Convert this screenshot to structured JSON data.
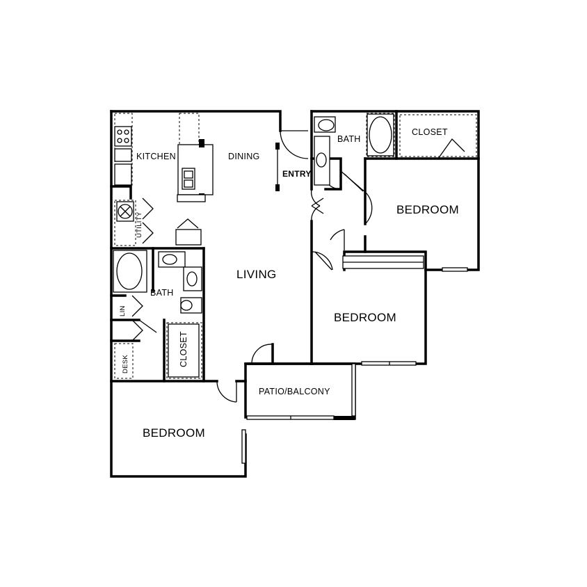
{
  "rooms": {
    "kitchen": "KITCHEN",
    "dining": "DINING",
    "entry": "ENTRY",
    "bath_top": "BATH",
    "closet_top": "CLOSET",
    "bedroom_top_right": "BEDROOM",
    "utility": "UTILITY",
    "living": "LIVING",
    "bath_left": "BATH",
    "lin": "LIN",
    "closet_left": "CLOSET",
    "desk": "DESK",
    "bedroom_middle": "BEDROOM",
    "patio": "PATIO/BALCONY",
    "bedroom_bottom_left": "BEDROOM"
  }
}
